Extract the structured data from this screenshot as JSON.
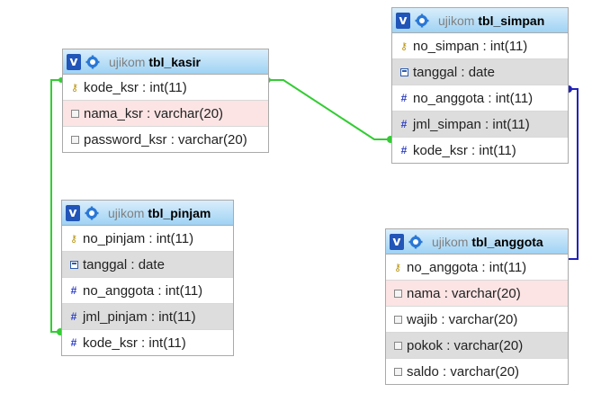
{
  "tables": {
    "kasir": {
      "db": "ujikom",
      "name": "tbl_kasir",
      "rows": [
        {
          "text": "kode_ksr : int(11)",
          "icon": "key-icon"
        },
        {
          "text": "nama_ksr : varchar(20)",
          "icon": "text-field-icon"
        },
        {
          "text": "password_ksr : varchar(20)",
          "icon": "text-field-icon"
        }
      ]
    },
    "simpan": {
      "db": "ujikom",
      "name": "tbl_simpan",
      "rows": [
        {
          "text": "no_simpan : int(11)",
          "icon": "key-icon"
        },
        {
          "text": "tanggal : date",
          "icon": "date-field-icon"
        },
        {
          "text": "no_anggota : int(11)",
          "icon": "numeric-field-icon"
        },
        {
          "text": "jml_simpan : int(11)",
          "icon": "numeric-field-icon"
        },
        {
          "text": "kode_ksr : int(11)",
          "icon": "numeric-field-icon"
        }
      ]
    },
    "pinjam": {
      "db": "ujikom",
      "name": "tbl_pinjam",
      "rows": [
        {
          "text": "no_pinjam : int(11)",
          "icon": "key-icon"
        },
        {
          "text": "tanggal : date",
          "icon": "date-field-icon"
        },
        {
          "text": "no_anggota : int(11)",
          "icon": "numeric-field-icon"
        },
        {
          "text": "jml_pinjam : int(11)",
          "icon": "numeric-field-icon"
        },
        {
          "text": "kode_ksr : int(11)",
          "icon": "numeric-field-icon"
        }
      ]
    },
    "anggota": {
      "db": "ujikom",
      "name": "tbl_anggota",
      "rows": [
        {
          "text": "no_anggota : int(11)",
          "icon": "key-icon"
        },
        {
          "text": "nama : varchar(20)",
          "icon": "text-field-icon"
        },
        {
          "text": "wajib : varchar(20)",
          "icon": "text-field-icon"
        },
        {
          "text": "pokok : varchar(20)",
          "icon": "text-field-icon"
        },
        {
          "text": "saldo : varchar(20)",
          "icon": "text-field-icon"
        }
      ]
    }
  },
  "header_icons": [
    "toggle-v-icon",
    "gear-icon"
  ],
  "relations": [
    {
      "from": "tbl_kasir.kode_ksr",
      "to": "tbl_simpan.kode_ksr",
      "color": "#33cc33"
    },
    {
      "from": "tbl_kasir.kode_ksr",
      "to": "tbl_pinjam.kode_ksr",
      "color": "#33cc33"
    },
    {
      "from": "tbl_anggota.no_anggota",
      "to": "tbl_simpan.no_anggota",
      "color": "#2222bb"
    }
  ],
  "colors": {
    "header_top": "#d9eefb",
    "header_bottom": "#9fd3f4",
    "row_alt": "#dddddd",
    "row_selected": "#fce4e4"
  }
}
